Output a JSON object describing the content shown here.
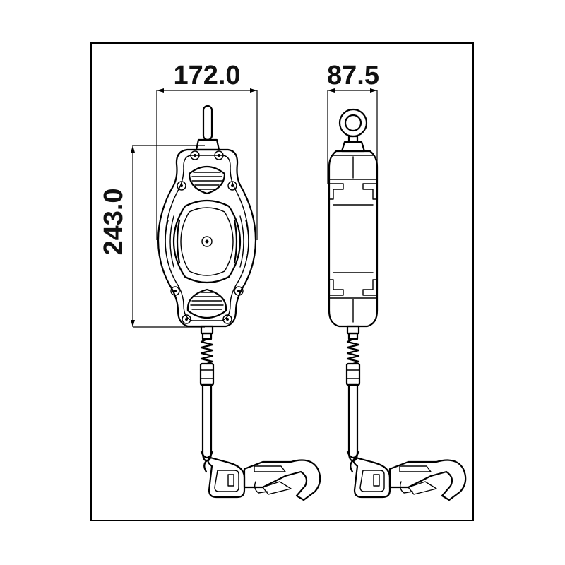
{
  "dimensions": {
    "width": "172.0",
    "depth": "87.5",
    "height": "243.0"
  },
  "colors": {
    "line": "#000000",
    "background": "#ffffff"
  }
}
